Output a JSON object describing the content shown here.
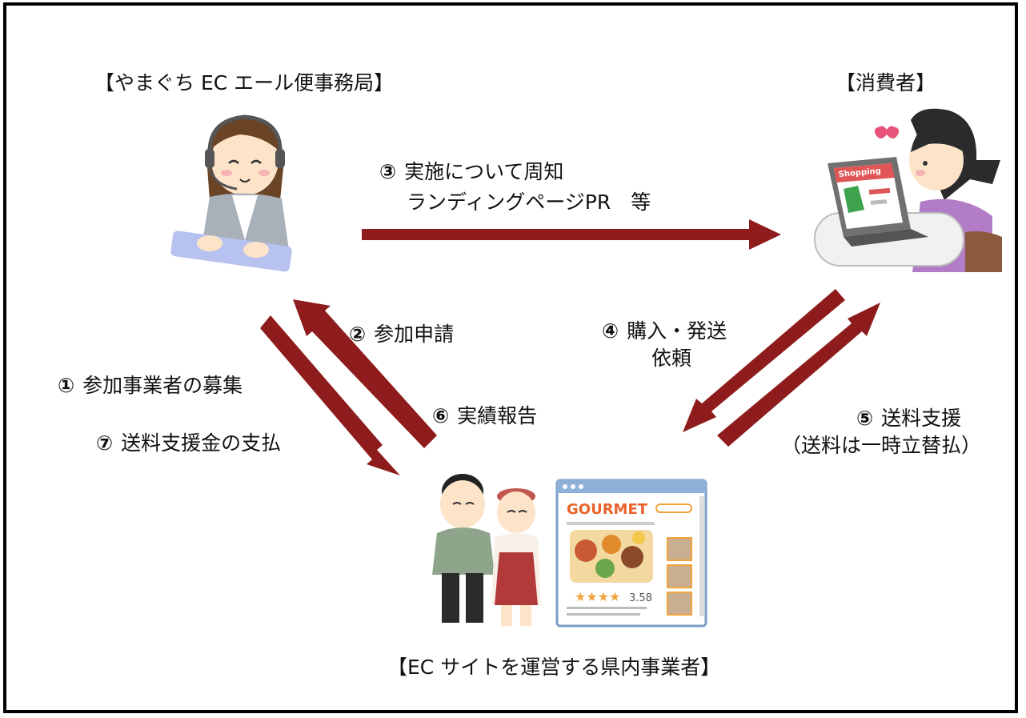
{
  "nodes": {
    "secretariat": {
      "label": "【やまぐち EC エール便事務局】"
    },
    "consumer": {
      "label": "【消費者】"
    },
    "business": {
      "label": "【EC サイトを運営する県内事業者】"
    }
  },
  "steps": {
    "s1": {
      "num": "①",
      "text": "参加事業者の募集"
    },
    "s2": {
      "num": "②",
      "text": "参加申請"
    },
    "s3": {
      "num": "③",
      "line1": "実施について周知",
      "line2": "ランディングページPR　等"
    },
    "s4": {
      "num": "④",
      "line1": "購入・発送",
      "line2": "依頼"
    },
    "s5": {
      "num": "⑤",
      "line1": "送料支援",
      "line2": "（送料は一時立替払）"
    },
    "s6": {
      "num": "⑥",
      "text": "実績報告"
    },
    "s7": {
      "num": "⑦",
      "text": "送料支援金の支払"
    }
  },
  "illustrations": {
    "shopping_screen": "Shopping",
    "gourmet_title": "GOURMET",
    "rating": "3.58"
  },
  "colors": {
    "arrow": "#8e1c1c",
    "frame": "#000000"
  }
}
